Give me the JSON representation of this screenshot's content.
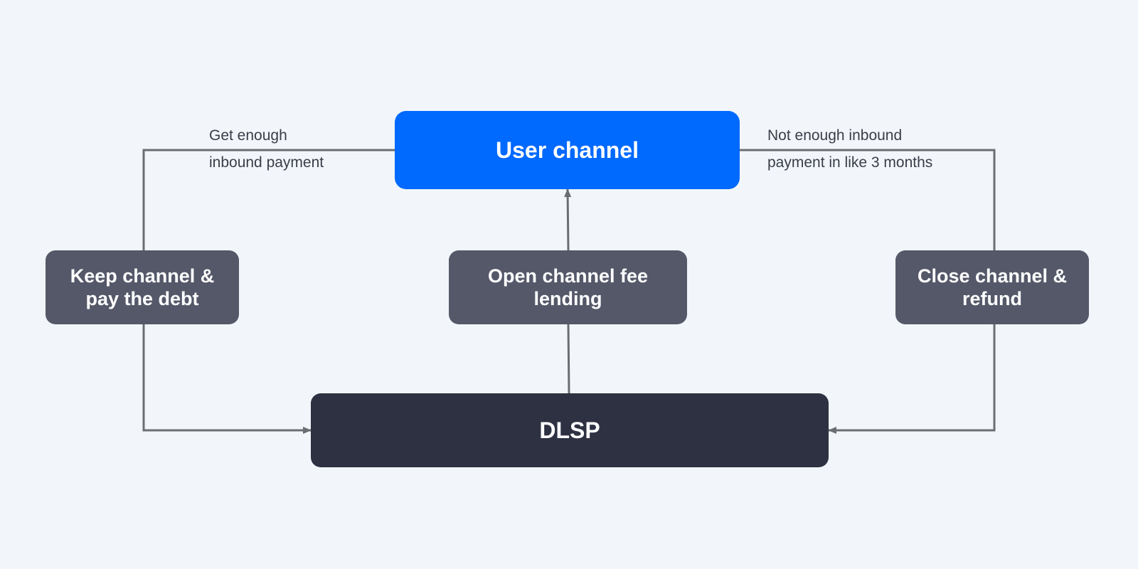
{
  "diagram": {
    "nodes": {
      "user_channel": "User channel",
      "keep_channel": "Keep channel & pay the debt",
      "open_channel": "Open channel fee lending",
      "close_channel": "Close channel & refund",
      "dlsp": "DLSP"
    },
    "edge_labels": {
      "left_line1": "Get enough",
      "left_line2": "inbound payment",
      "right_line1": "Not enough inbound",
      "right_line2": "payment in like 3 months"
    },
    "colors": {
      "background": "#f2f6fa",
      "user_channel": "#0069fe",
      "action_nodes": "#545869",
      "dlsp": "#2d3142",
      "connector": "#6b6e71",
      "label_text": "#3a3d48"
    }
  }
}
